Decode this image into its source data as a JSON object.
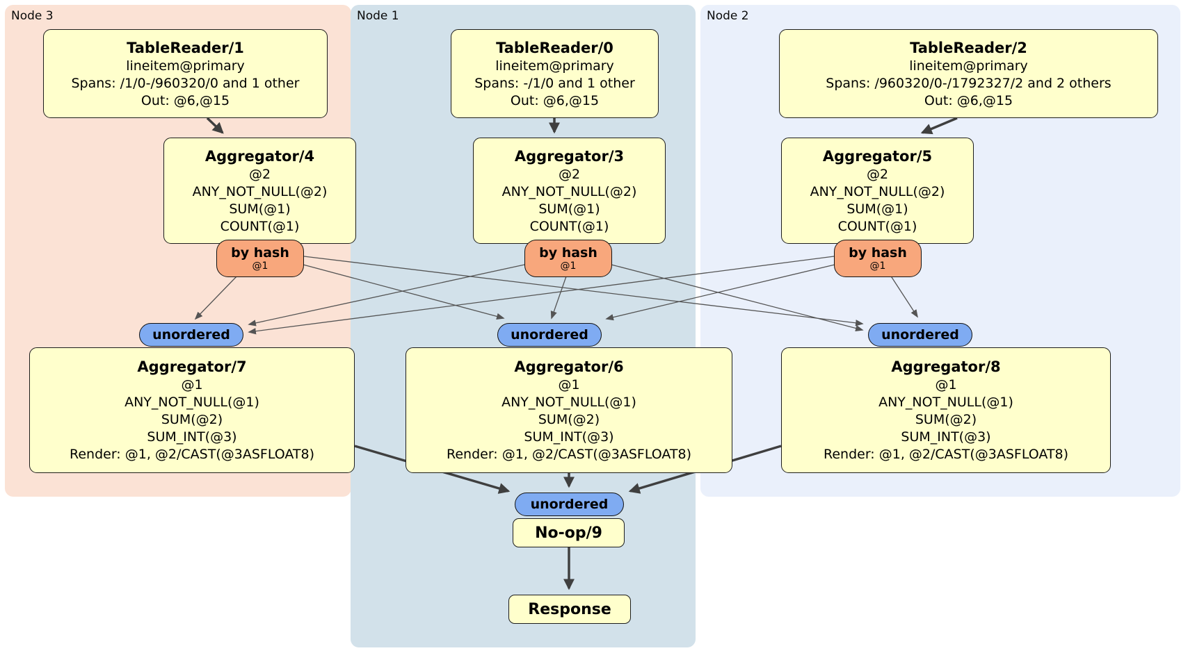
{
  "regions": {
    "node3": {
      "label": "Node 3",
      "color": "#fbe2d5"
    },
    "node1": {
      "label": "Node 1",
      "color": "#d2e1ea"
    },
    "node2": {
      "label": "Node 2",
      "color": "#eaf0fb"
    }
  },
  "processors": {
    "tablereader1": {
      "title": "TableReader/1",
      "lines": [
        "lineitem@primary",
        "Spans: /1/0-/960320/0 and 1 other",
        "Out: @6,@15"
      ]
    },
    "tablereader0": {
      "title": "TableReader/0",
      "lines": [
        "lineitem@primary",
        "Spans: -/1/0 and 1 other",
        "Out: @6,@15"
      ]
    },
    "tablereader2": {
      "title": "TableReader/2",
      "lines": [
        "lineitem@primary",
        "Spans: /960320/0-/1792327/2 and 2 others",
        "Out: @6,@15"
      ]
    },
    "aggregator4": {
      "title": "Aggregator/4",
      "lines": [
        "@2",
        "ANY_NOT_NULL(@2)",
        "SUM(@1)",
        "COUNT(@1)"
      ]
    },
    "aggregator3": {
      "title": "Aggregator/3",
      "lines": [
        "@2",
        "ANY_NOT_NULL(@2)",
        "SUM(@1)",
        "COUNT(@1)"
      ]
    },
    "aggregator5": {
      "title": "Aggregator/5",
      "lines": [
        "@2",
        "ANY_NOT_NULL(@2)",
        "SUM(@1)",
        "COUNT(@1)"
      ]
    },
    "aggregator7": {
      "title": "Aggregator/7",
      "lines": [
        "@1",
        "ANY_NOT_NULL(@1)",
        "SUM(@2)",
        "SUM_INT(@3)",
        "Render: @1, @2/CAST(@3ASFLOAT8)"
      ]
    },
    "aggregator6": {
      "title": "Aggregator/6",
      "lines": [
        "@1",
        "ANY_NOT_NULL(@1)",
        "SUM(@2)",
        "SUM_INT(@3)",
        "Render: @1, @2/CAST(@3ASFLOAT8)"
      ]
    },
    "aggregator8": {
      "title": "Aggregator/8",
      "lines": [
        "@1",
        "ANY_NOT_NULL(@1)",
        "SUM(@2)",
        "SUM_INT(@3)",
        "Render: @1, @2/CAST(@3ASFLOAT8)"
      ]
    },
    "noop9": {
      "title": "No-op/9"
    },
    "response": {
      "title": "Response"
    }
  },
  "routers": {
    "by_hash": {
      "label": "by hash",
      "key": "@1"
    },
    "unordered": {
      "label": "unordered"
    }
  },
  "edges": [
    {
      "from": "TableReader/1",
      "to": "Aggregator/4"
    },
    {
      "from": "TableReader/0",
      "to": "Aggregator/3"
    },
    {
      "from": "TableReader/2",
      "to": "Aggregator/5"
    },
    {
      "from": "Aggregator/4",
      "router": "by hash @1",
      "to": [
        "unordered/Aggregator/7",
        "unordered/Aggregator/6",
        "unordered/Aggregator/8"
      ]
    },
    {
      "from": "Aggregator/3",
      "router": "by hash @1",
      "to": [
        "unordered/Aggregator/7",
        "unordered/Aggregator/6",
        "unordered/Aggregator/8"
      ]
    },
    {
      "from": "Aggregator/5",
      "router": "by hash @1",
      "to": [
        "unordered/Aggregator/7",
        "unordered/Aggregator/6",
        "unordered/Aggregator/8"
      ]
    },
    {
      "from": "Aggregator/7",
      "to": "unordered/No-op/9"
    },
    {
      "from": "Aggregator/6",
      "to": "unordered/No-op/9"
    },
    {
      "from": "Aggregator/8",
      "to": "unordered/No-op/9"
    },
    {
      "from": "No-op/9",
      "to": "Response"
    }
  ],
  "colors": {
    "processor_fill": "#ffffcc",
    "hash_router_fill": "#f8a77c",
    "stream_router_fill": "#7fabf2",
    "edge": "#4a4a4a",
    "region_node3": "#fbe2d5",
    "region_node1": "#d2e1ea",
    "region_node2": "#eaf0fb"
  }
}
